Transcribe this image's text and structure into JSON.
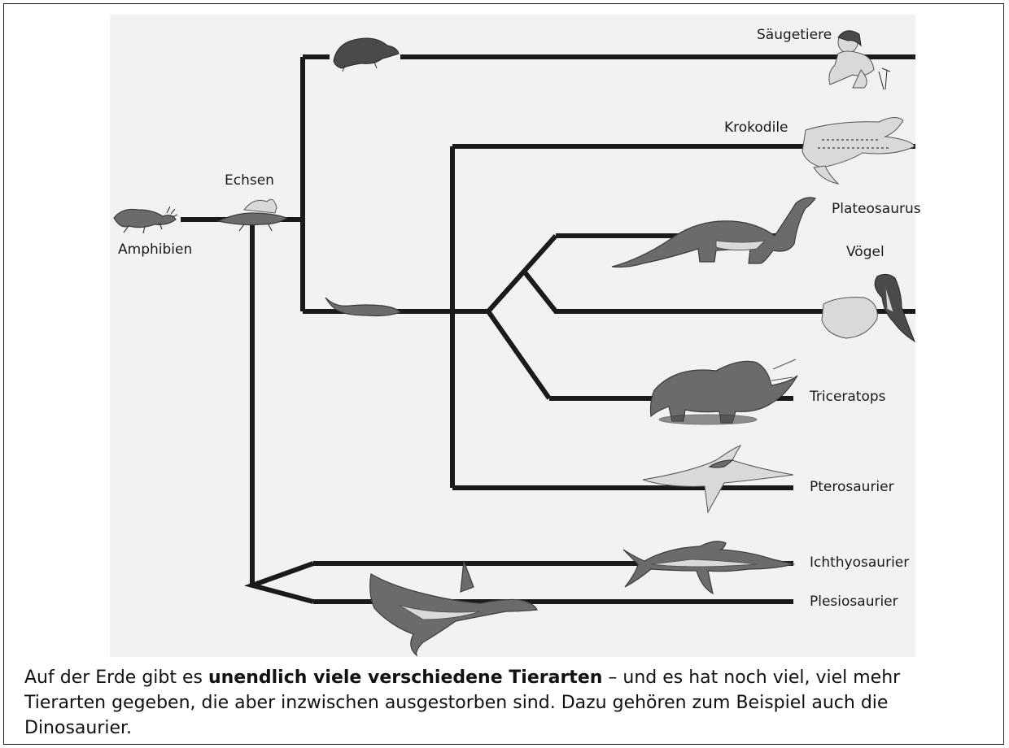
{
  "diagram": {
    "labels": {
      "amphibien": "Amphibien",
      "echsen": "Echsen",
      "saeugetiere": "Säugetiere",
      "krokodile": "Krokodile",
      "plateosaurus": "Plateosaurus",
      "voegel": "Vögel",
      "triceratops": "Triceratops",
      "pterosaurier": "Pterosaurier",
      "ichthyosaurier": "Ichthyosaurier",
      "plesiosaurier": "Plesiosaurier"
    }
  },
  "caption": {
    "part1": "Auf der Erde gibt es ",
    "bold": "unendlich viele verschiedene Tierarten",
    "part2": " – und es hat noch viel, viel mehr Tierarten gegeben, die aber inzwischen ausgestorben sind. Dazu gehören zum Beispiel auch die Dinosaurier."
  }
}
